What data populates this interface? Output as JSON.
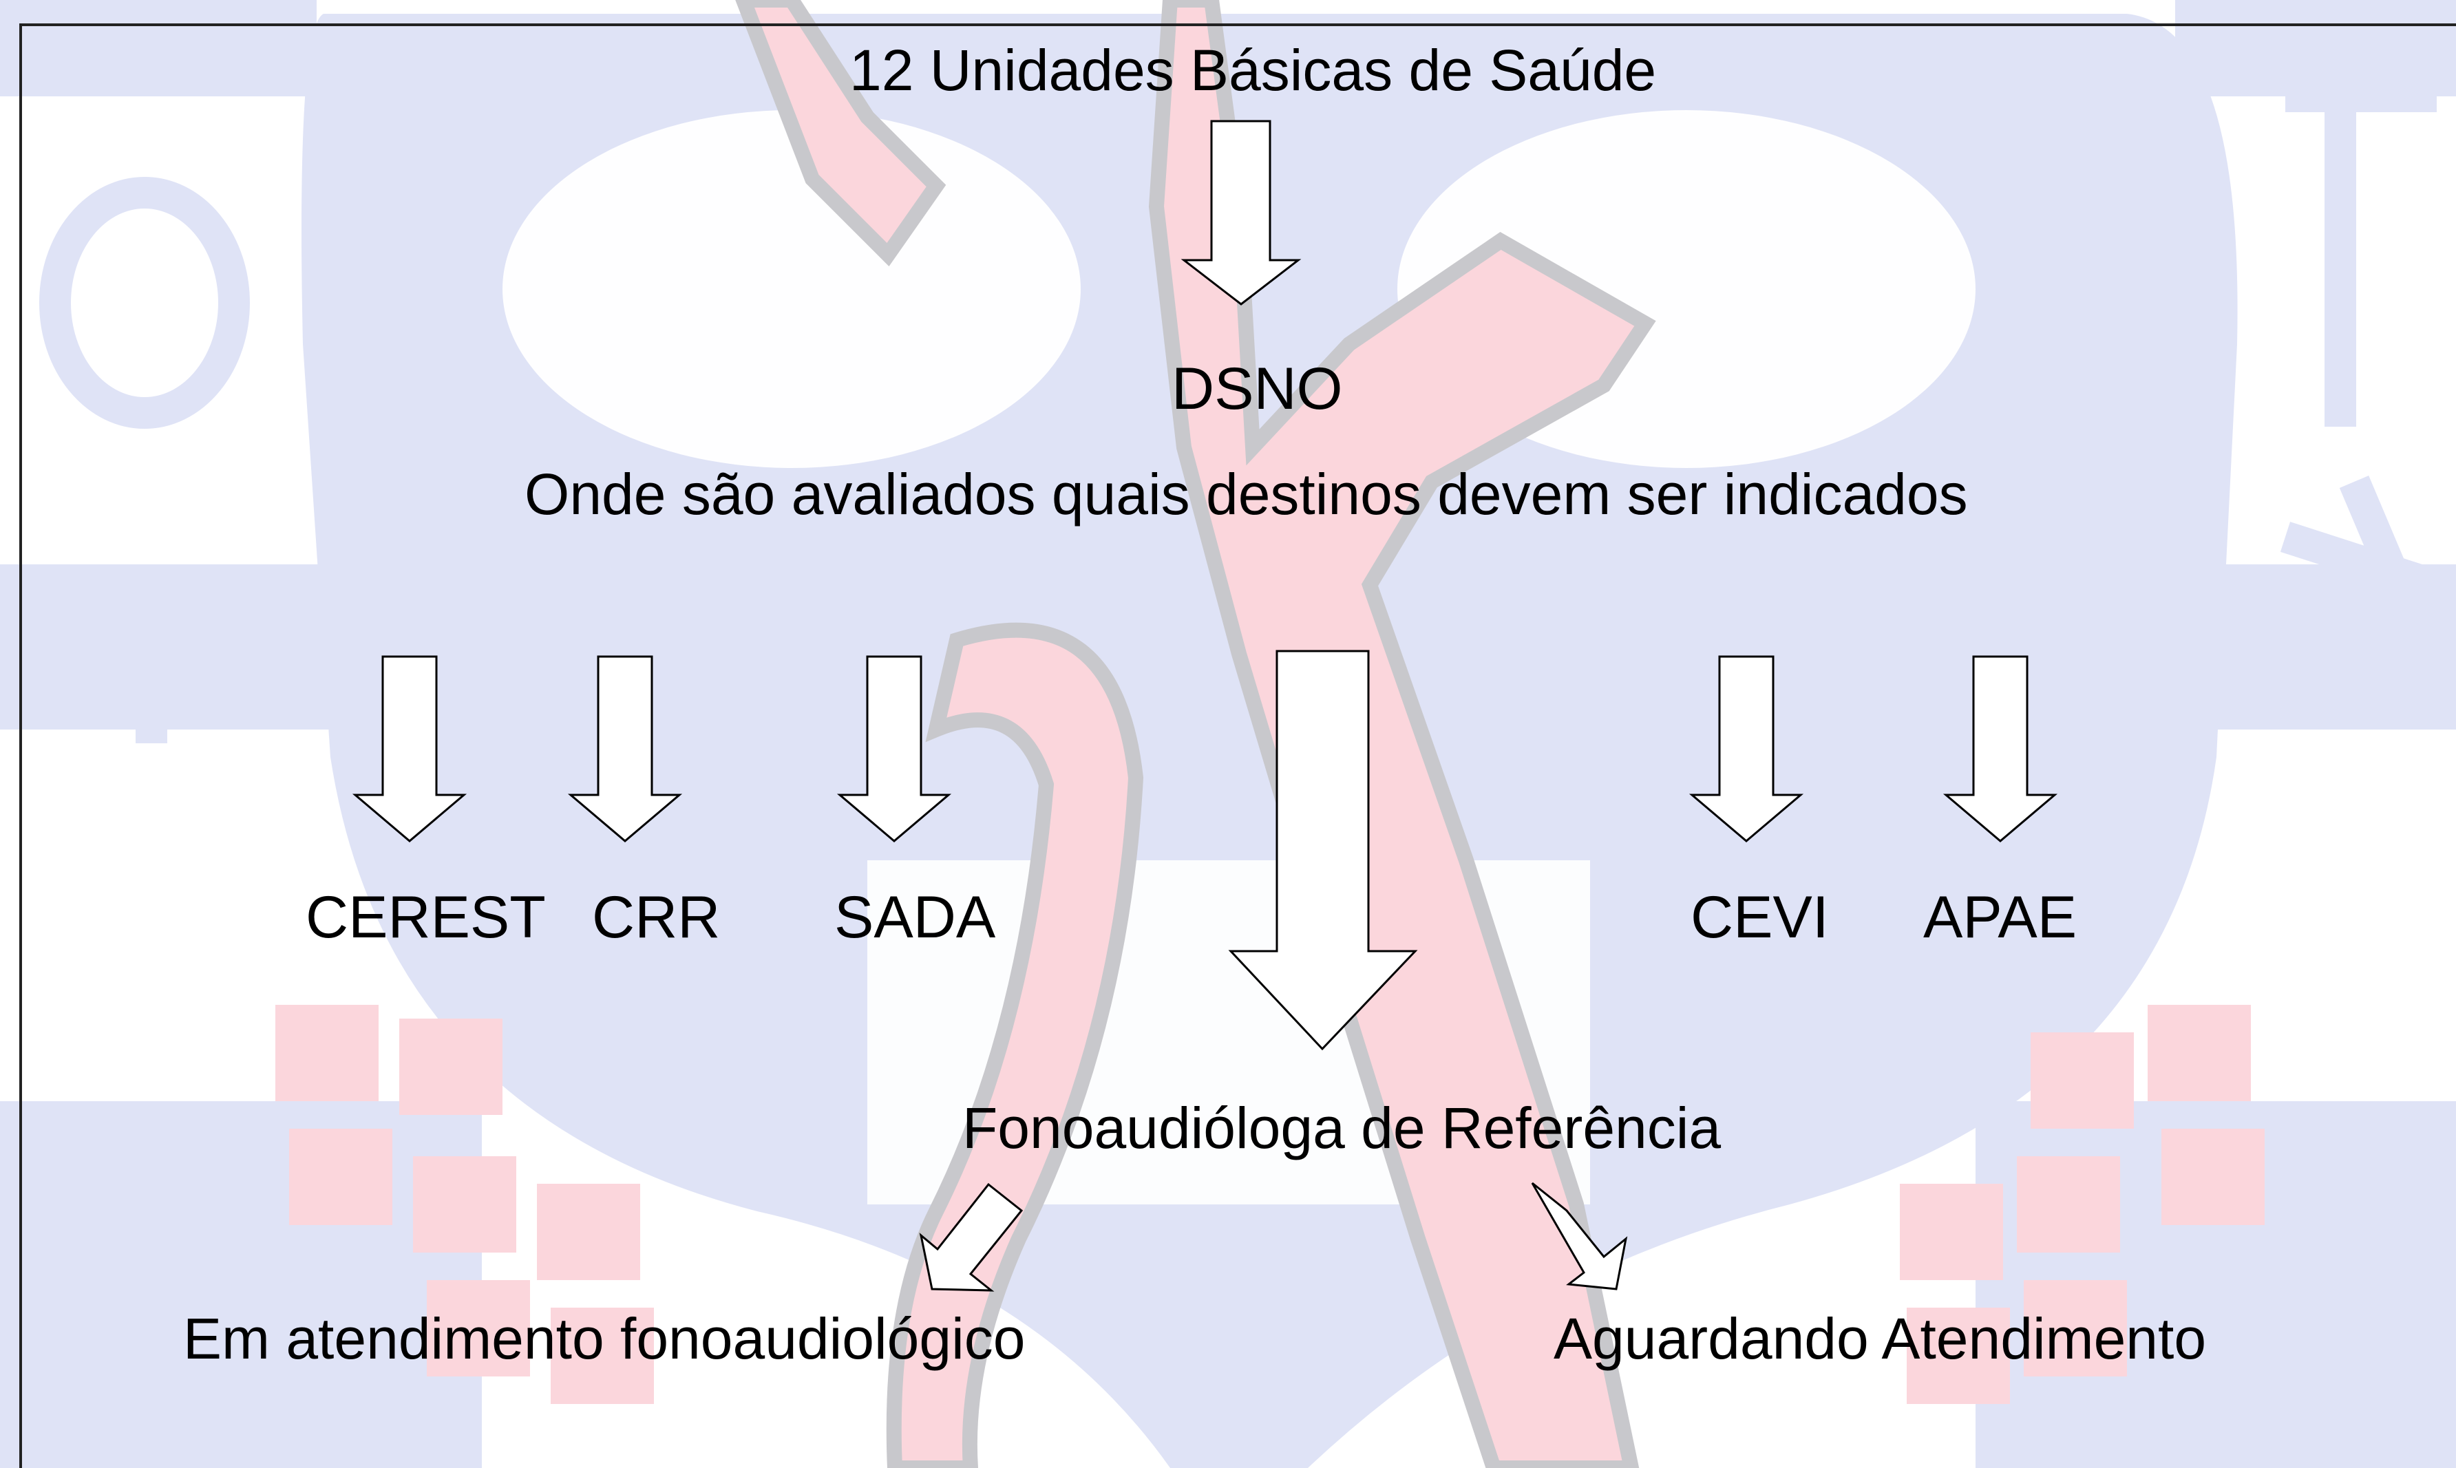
{
  "colors": {
    "watermark_blue": "#dfe3f6",
    "watermark_pink": "#fbd6dc",
    "watermark_outline": "#c8c8cc",
    "arrow_fill": "#ffffff",
    "arrow_stroke": "#000000",
    "text": "#000000"
  },
  "diagram": {
    "top_node": "12 Unidades Básicas de Saúde",
    "evaluation_node": "DSNO",
    "evaluation_caption": "Onde são avaliados quais destinos devem ser indicados",
    "destinations": [
      "CEREST",
      "CRR",
      "SADA",
      "CEVI",
      "APAE"
    ],
    "referral_node": "Fonoaudióloga de Referência",
    "outcomes": [
      "Em atendimento fonoaudiológico",
      "Aguardando Atendimento"
    ]
  }
}
